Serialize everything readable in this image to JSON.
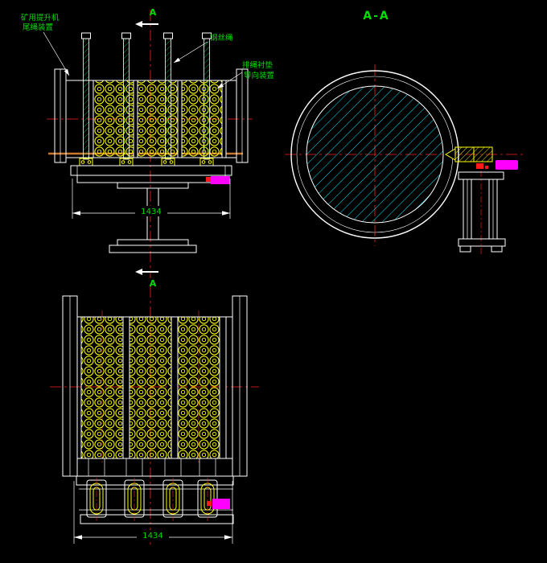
{
  "labels": {
    "section_title": "A-A",
    "section_marker_top": "A",
    "section_marker_bottom": "A",
    "callout_hoist_line1": "矿用提升机",
    "callout_hoist_line2": "尾绳装置",
    "callout_rope": "钢丝绳",
    "callout_liner_line1": "排绳衬垫",
    "callout_liner_line2": "导向装置"
  },
  "dimensions": {
    "front_width": "1434",
    "plan_width": "1434"
  },
  "colors": {
    "background": "#000000",
    "geometry": "#ffffff",
    "coils": "#ffff00",
    "section_hatch": "#00e5ff",
    "centerline": "#ff2121",
    "annotation_text": "#00dd00",
    "rope_guide_hatch": "#00c853",
    "magenta_component": "#ff00ff",
    "rail": "#c8782d"
  }
}
